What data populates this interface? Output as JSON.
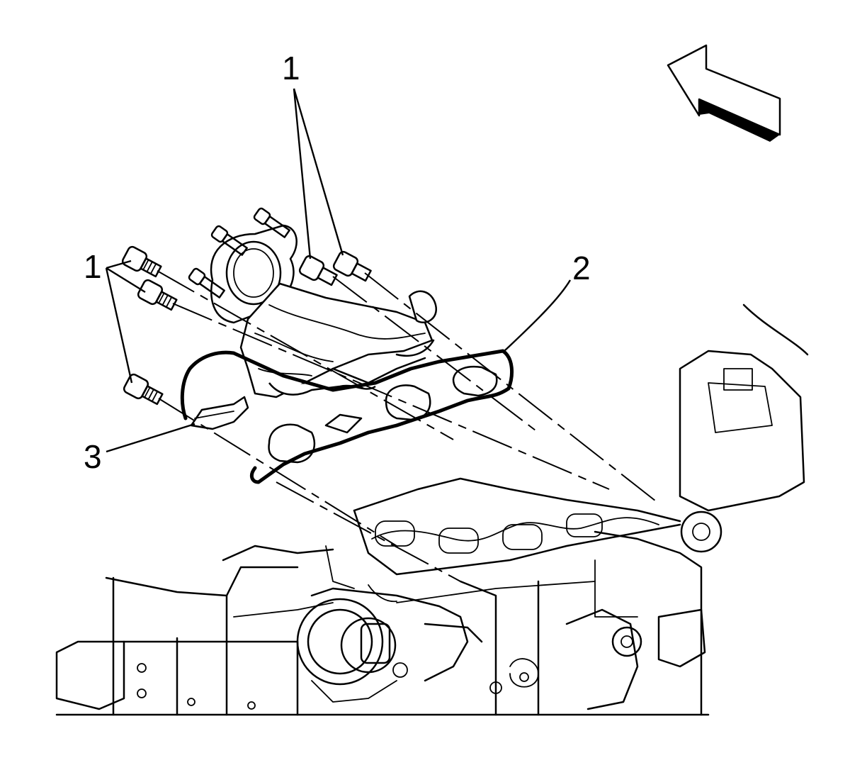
{
  "callouts": [
    {
      "id": "bolts-upper",
      "label": "1"
    },
    {
      "id": "bolts-left",
      "label": "1"
    },
    {
      "id": "gasket",
      "label": "2"
    },
    {
      "id": "heat-shield",
      "label": "3"
    }
  ],
  "icons": {
    "view-direction": "arrow-up-left-icon"
  },
  "colors": {
    "line": "#000000",
    "background": "#ffffff"
  }
}
